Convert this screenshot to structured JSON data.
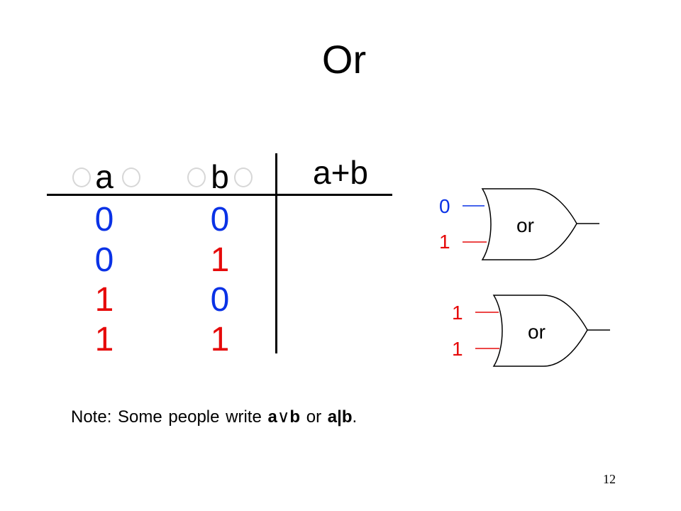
{
  "slide": {
    "title": "Or",
    "page_number": "12"
  },
  "truth_table": {
    "headers": [
      "a",
      "b",
      "a+b"
    ],
    "rows": [
      {
        "a": "0",
        "b": "0"
      },
      {
        "a": "0",
        "b": "1"
      },
      {
        "a": "1",
        "b": "0"
      },
      {
        "a": "1",
        "b": "1"
      }
    ]
  },
  "gates": [
    {
      "label": "or",
      "input1": "0",
      "input2": "1"
    },
    {
      "label": "or",
      "input1": "1",
      "input2": "1"
    }
  ],
  "note": {
    "prefix": "Note: Some people write ",
    "expr1_a": "a",
    "expr1_op": "∨",
    "expr1_b": "b",
    "middle": " or ",
    "expr2": "a|b",
    "suffix": "."
  },
  "colors": {
    "zero": "#0a32e6",
    "one": "#e60a0a",
    "ink": "#000000",
    "ghost": "#d7d7d7"
  }
}
